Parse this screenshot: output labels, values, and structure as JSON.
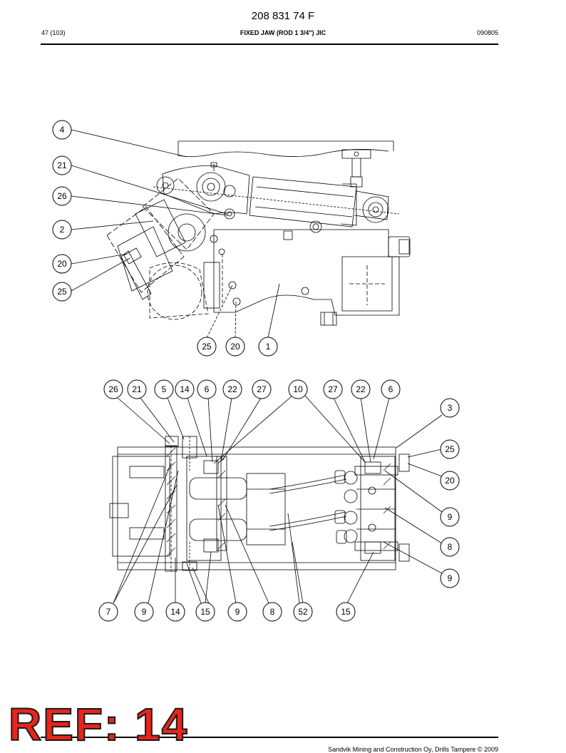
{
  "header": {
    "doc_number": "208 831 74 F",
    "page_ref": "47 (103)",
    "title": "FIXED JAW (ROD 1 3/4\") JIC",
    "date_code": "090805"
  },
  "upper_view": {
    "callouts": [
      "4",
      "21",
      "26",
      "2",
      "20",
      "25",
      "25",
      "20",
      "1"
    ]
  },
  "lower_view": {
    "callouts": [
      "26",
      "21",
      "5",
      "14",
      "6",
      "22",
      "27",
      "10",
      "27",
      "22",
      "6",
      "3",
      "25",
      "20",
      "9",
      "8",
      "9",
      "7",
      "9",
      "14",
      "15",
      "9",
      "8",
      "52",
      "15"
    ]
  },
  "stamp": {
    "text": "REF: 14",
    "color": "#e8241b"
  },
  "footer": {
    "text": "Sandvik Mining and Construction Oy, Drills Tampere © 2009"
  }
}
